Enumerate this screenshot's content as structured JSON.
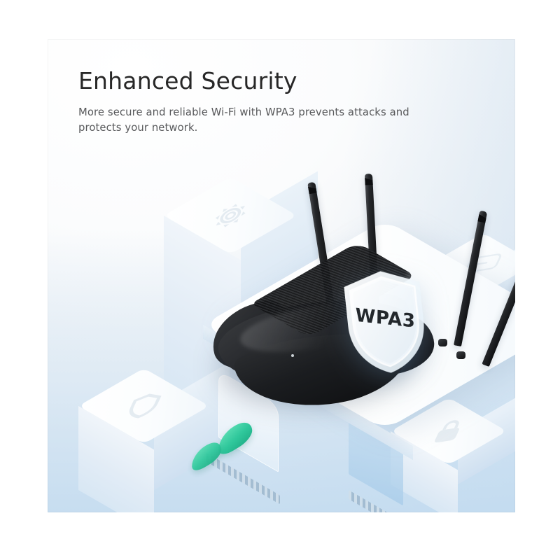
{
  "panel": {
    "headline": "Enhanced Security",
    "subline": "More secure and reliable Wi-Fi with WPA3 prevents attacks and protects your network.",
    "background_top_color": "#f4f6f8",
    "background_bottom_color": "#c8dcf0"
  },
  "badge": {
    "label": "WPA3",
    "shape": "shield",
    "text_color": "#23282c",
    "fill_color": "#eef5fa"
  },
  "product": {
    "name": "wifi-router",
    "body_color": "#18191c",
    "antenna_count": 4,
    "antennas": [
      {
        "name": "antenna-1",
        "tilt_deg": -9
      },
      {
        "name": "antenna-2",
        "tilt_deg": -3
      },
      {
        "name": "antenna-3",
        "tilt_deg": 11
      },
      {
        "name": "antenna-4",
        "tilt_deg": 22
      }
    ]
  },
  "scene": {
    "pedestals": [
      {
        "name": "pedestal-gear",
        "icon": "gear-icon"
      },
      {
        "name": "pedestal-shield",
        "icon": "shield-icon"
      },
      {
        "name": "pedestal-card",
        "icon": "card-icon"
      },
      {
        "name": "pedestal-lock",
        "icon": "lock-icon"
      }
    ],
    "accent_color": "#2fc79b",
    "platform_color": "#ffffff"
  }
}
